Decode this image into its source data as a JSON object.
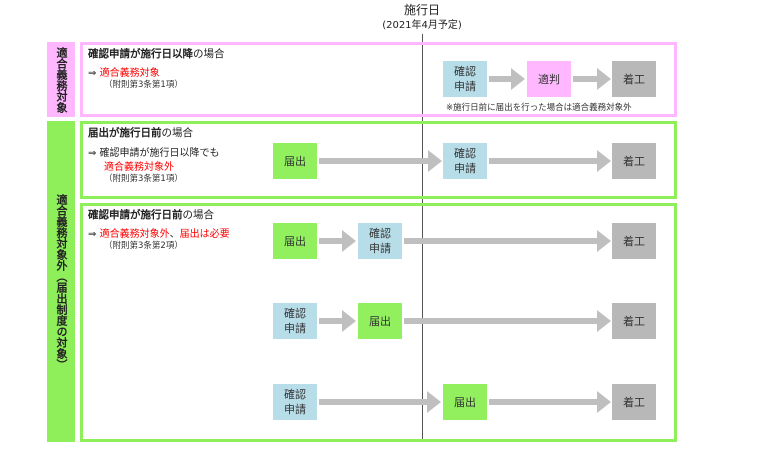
{
  "header": {
    "title": "施行日",
    "subtitle": "(2021年4月予定)"
  },
  "sidebar": {
    "applicable": "適合義務対象",
    "not_applicable": "適合義務対象外（届出制度の対象）"
  },
  "sections": {
    "s1": {
      "title_bold": "確認申請が施行日以降",
      "title_rest": "の場合",
      "line_prefix": "⇒",
      "line_red": "適合義務対象",
      "ref": "（附則第3条第1項）",
      "note": "※施行日前に届出を行った場合は適合義務対象外",
      "flow": [
        "確認申請",
        "適判",
        "着工"
      ]
    },
    "s2": {
      "title_bold": "届出が施行日前",
      "title_rest": "の場合",
      "line1": "⇒ 確認申請が施行日以降でも",
      "line_red": "適合義務対象外",
      "ref": "（附則第3条第1項）",
      "flow": [
        "届出",
        "確認申請",
        "着工"
      ]
    },
    "s3": {
      "title_bold": "確認申請が施行日前",
      "title_rest": "の場合",
      "line_prefix": "⇒",
      "line_red1": "適合義務対象外",
      "line_sep": "、",
      "line_red2": "届出は必要",
      "ref": "（附則第3条第2項）",
      "row1": [
        "届出",
        "確認申請",
        "着工"
      ],
      "row2": [
        "確認申請",
        "届出",
        "着工"
      ],
      "row3": [
        "確認申請",
        "届出",
        "着工"
      ]
    }
  },
  "colors": {
    "pink": "#ffb8ff",
    "green": "#8fef5a",
    "teal": "#b7dde8",
    "gray": "#b8b8b8",
    "arrow": "#bfbfbf",
    "red": "#ff0000"
  }
}
